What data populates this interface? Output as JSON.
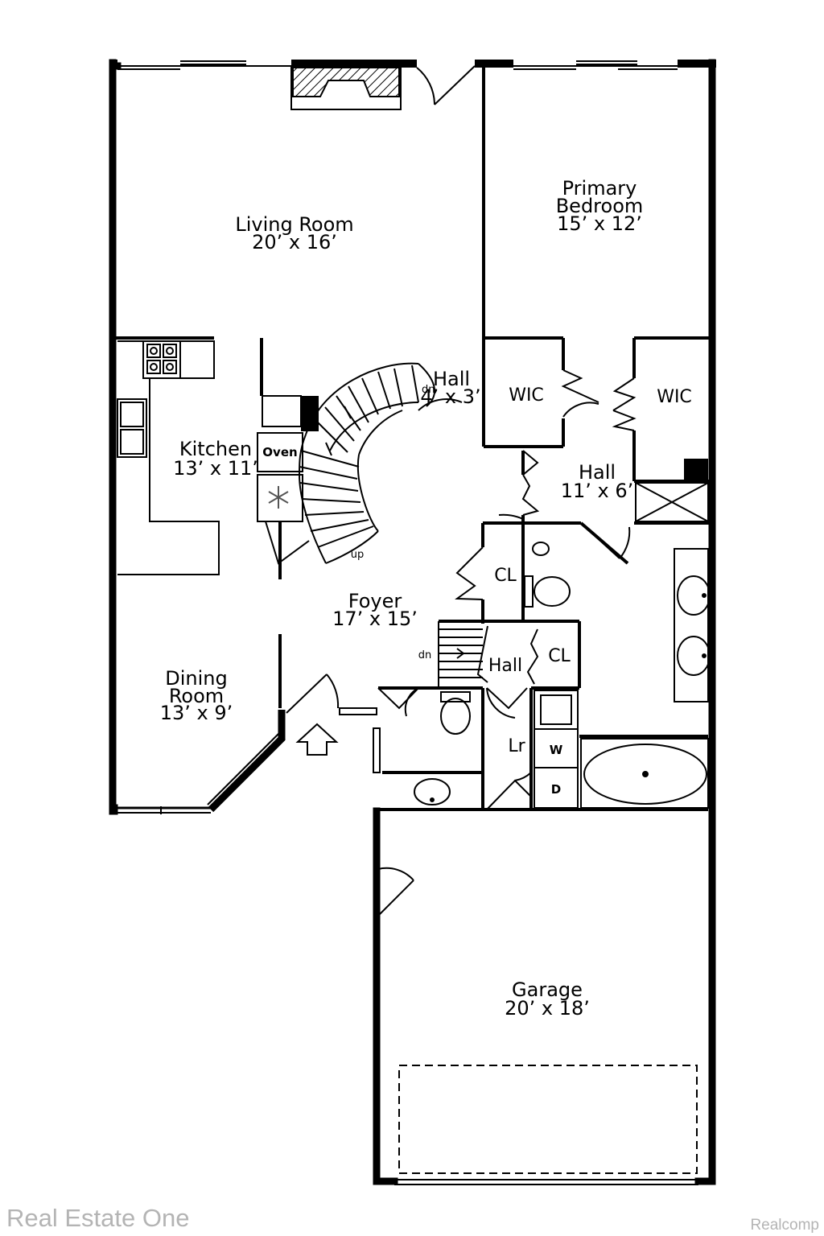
{
  "rooms": {
    "living": {
      "name": "Living Room",
      "dims": "20’ x 16’"
    },
    "primary": {
      "name1": "Primary",
      "name2": "Bedroom",
      "dims": "15’ x 12’"
    },
    "hall_top": {
      "name": "Hall",
      "dims": "4’ x 3’"
    },
    "wic_left": {
      "name": "WIC"
    },
    "wic_right": {
      "name": "WIC"
    },
    "kitchen": {
      "name": "Kitchen",
      "dims": "13’ x 11’"
    },
    "hall_mid": {
      "name": "Hall",
      "dims": "11’ x 6’"
    },
    "foyer": {
      "name": "Foyer",
      "dims": "17’ x 15’"
    },
    "dining": {
      "name1": "Dining",
      "name2": "Room",
      "dims": "13’ x 9’"
    },
    "cl_upper": {
      "name": "CL"
    },
    "cl_lower": {
      "name": "CL"
    },
    "hall_small": {
      "name": "Hall"
    },
    "laundry": {
      "name": "Lr"
    },
    "garage": {
      "name": "Garage",
      "dims": "20’ x 18’"
    }
  },
  "fixtures": {
    "oven": "Oven",
    "washer": "W",
    "dryer": "D",
    "stairs_up": "up",
    "stairs_down": "dn",
    "stairs_down_top": "dn"
  },
  "watermarks": {
    "left": "Real Estate One",
    "right": "Realcomp"
  }
}
